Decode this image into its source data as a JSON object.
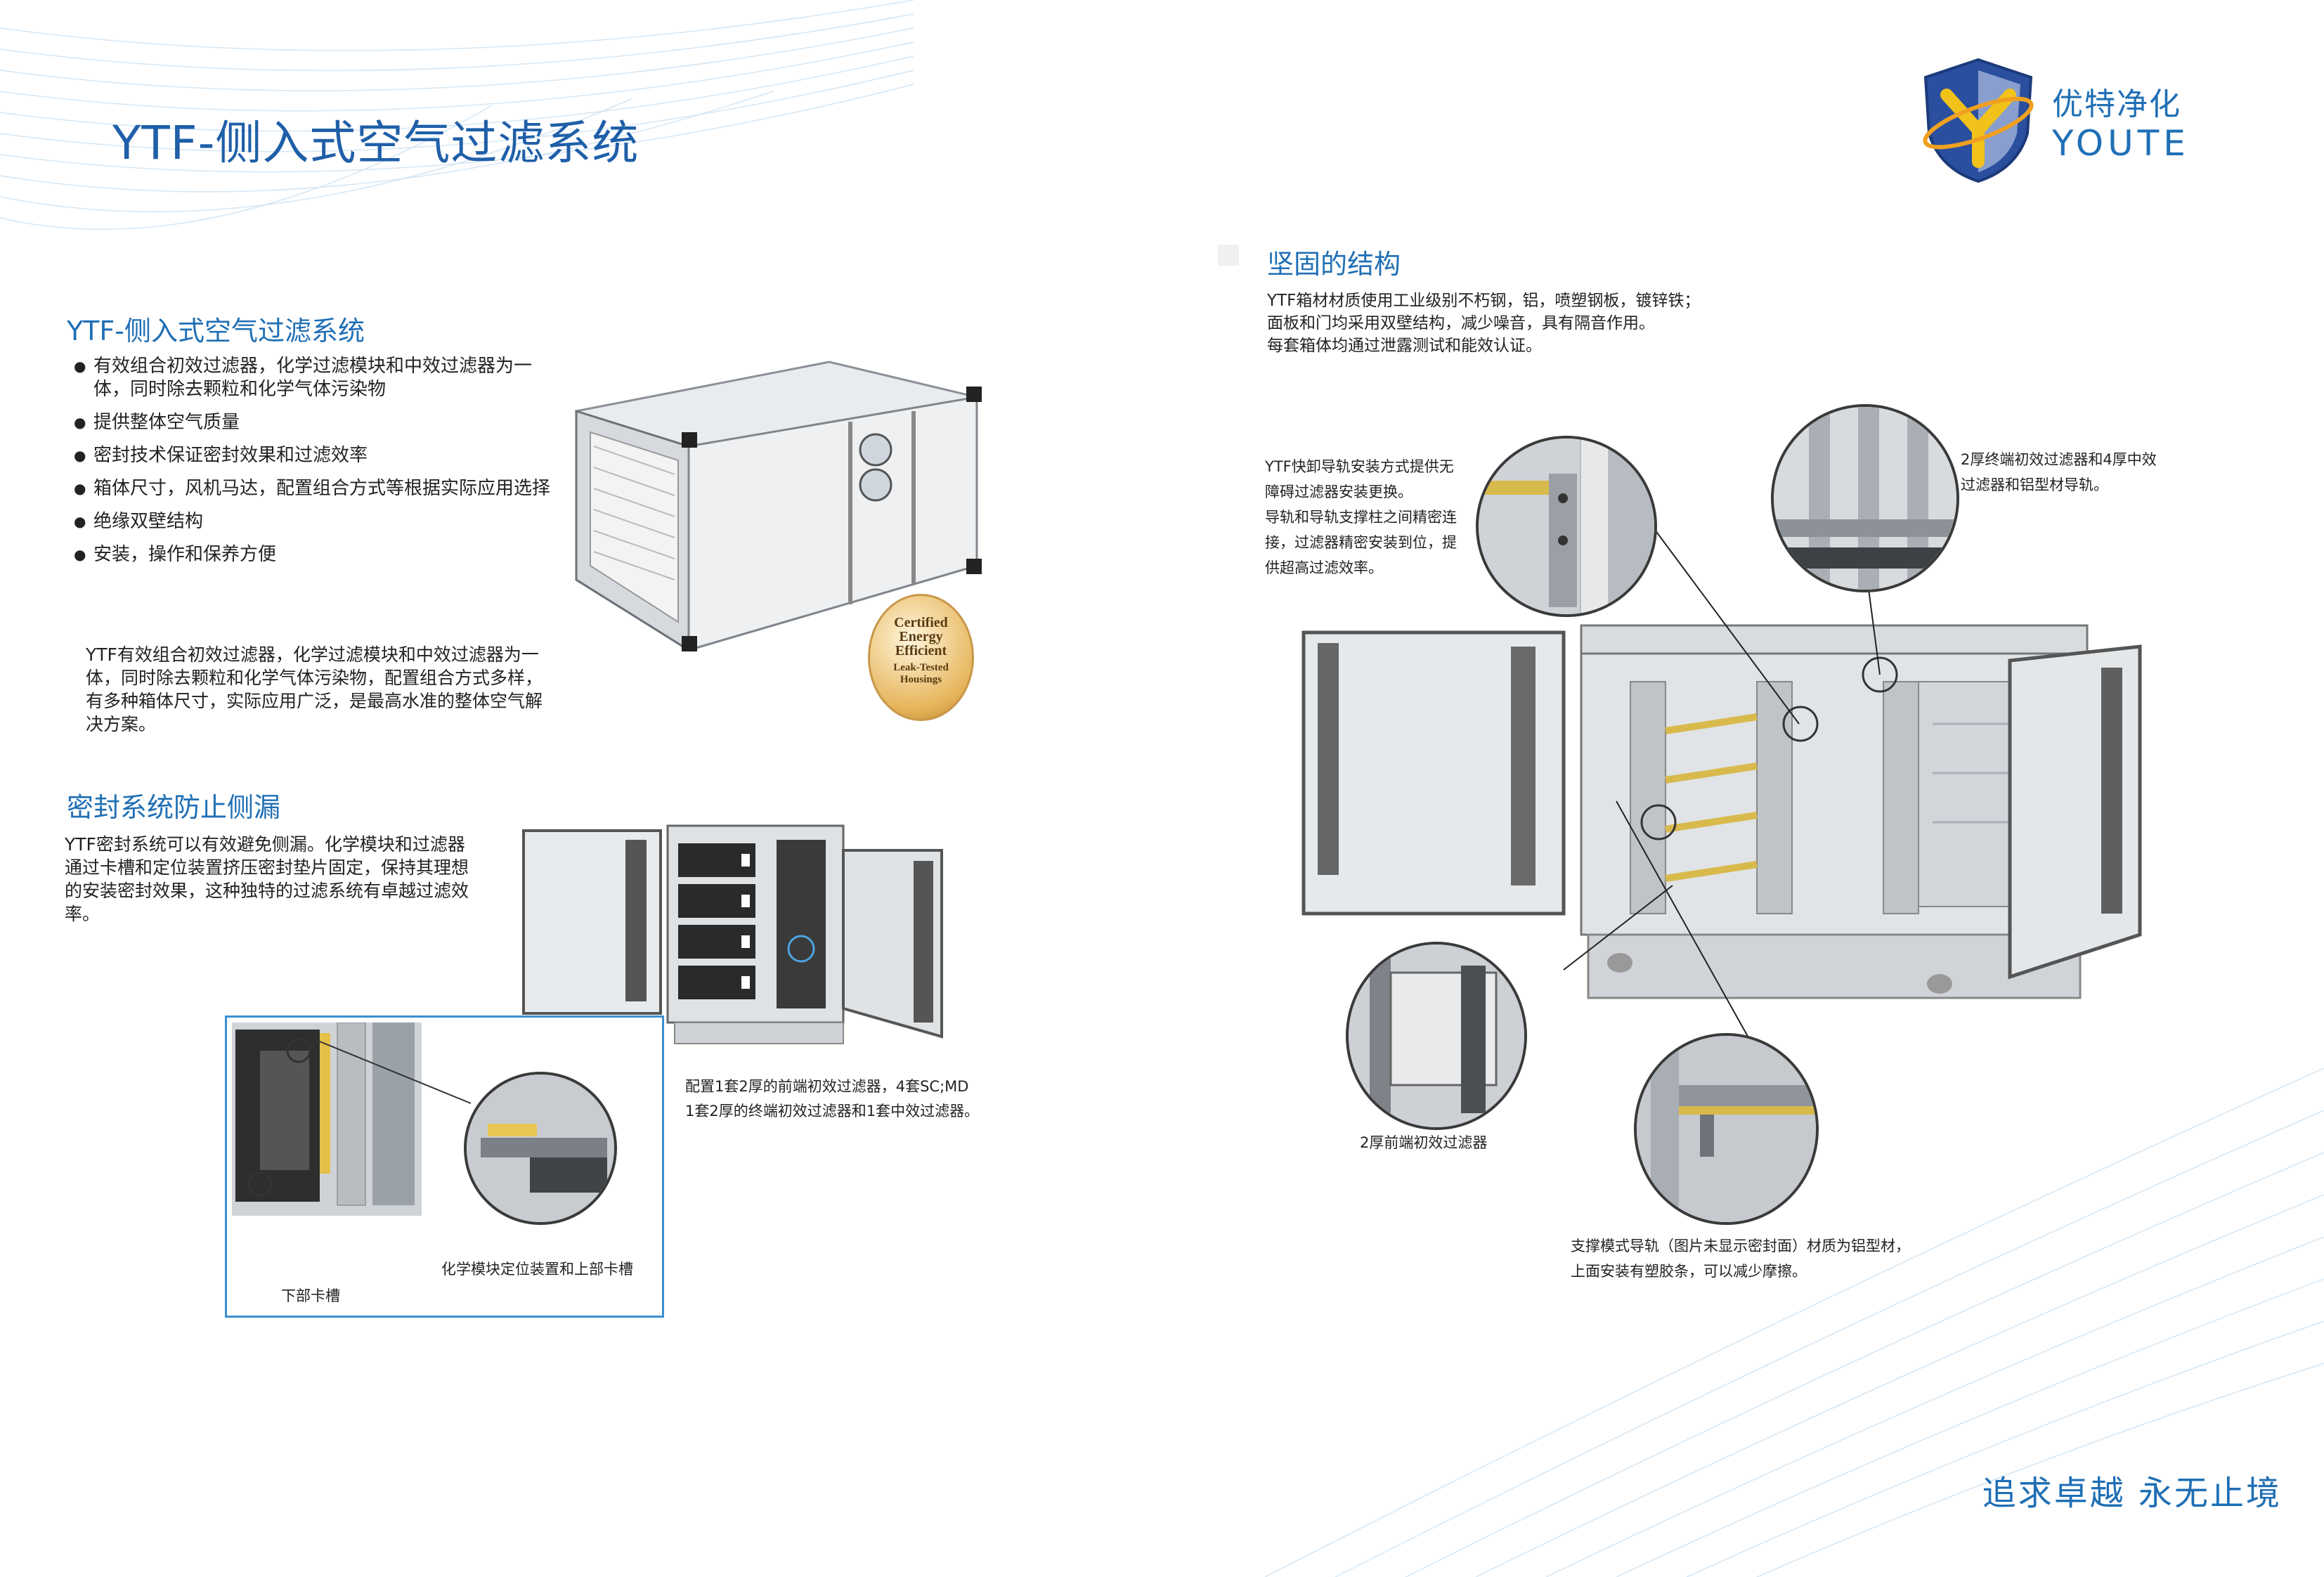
{
  "header": {
    "title": "YTF-侧入式空气过滤系统"
  },
  "logo": {
    "cn": "优特净化",
    "en": "YOUTE"
  },
  "left": {
    "section1_title": "YTF-侧入式空气过滤系统",
    "bullets": [
      "有效组合初效过滤器，化学过滤模块和中效过滤器为一体，同时除去颗粒和化学气体污染物",
      "提供整体空气质量",
      "密封技术保证密封效果和过滤效率",
      "箱体尺寸，风机马达，配置组合方式等根据实际应用选择",
      "绝缘双壁结构",
      "安装，操作和保养方便"
    ],
    "desc": "YTF有效组合初效过滤器，化学过滤模块和中效过滤器为一体，同时除去颗粒和化学气体污染物，配置组合方式多样，有多种箱体尺寸，实际应用广泛，是最高水准的整体空气解决方案。",
    "badge": {
      "line1": "Certified",
      "line2": "Energy",
      "line3": "Efficient",
      "line4": "Leak-Tested",
      "line5": "Housings"
    },
    "section2_title": "密封系统防止侧漏",
    "section2_text": "YTF密封系统可以有效避免侧漏。化学模块和过滤器通过卡槽和定位装置挤压密封垫片固定，保持其理想的安装密封效果，这种独特的过滤系统有卓越过滤效率。",
    "config_line1": "配置1套2厚的前端初效过滤器，4套SC;MD",
    "config_line2": "1套2厚的终端初效过滤器和1套中效过滤器。",
    "label_lower_slot": "下部卡槽",
    "label_chem_module": "化学模块定位装置和上部卡槽"
  },
  "right": {
    "section_title": "坚固的结构",
    "text_line1": "YTF箱材材质使用工业级别不朽钢，铝，喷塑钢板，镀锌铁；",
    "text_line2": "面板和门均采用双壁结构，减少噪音，具有隔音作用。",
    "text_line3": "每套箱体均通过泄露测试和能效认证。",
    "callout_rail_lines": [
      "YTF快卸导轨安装方式提供无",
      "障碍过滤器安装更换。",
      "导轨和导轨支撑柱之间精密连",
      "接，过滤器精密安装到位，提",
      "供超高过滤效率。"
    ],
    "callout_top_right_lines": [
      "2厚终端初效过滤器和4厚中效",
      "过滤器和铝型材导轨。"
    ],
    "callout_front_filter": "2厚前端初效过滤器",
    "callout_support_line1": "支撑模式导轨（图片未显示密封面）材质为铝型材，",
    "callout_support_line2": "上面安装有塑胶条，可以减少摩擦。"
  },
  "footer": {
    "slogan": "追求卓越  永无止境"
  },
  "colors": {
    "accent": "#1f6fb5",
    "title": "#1f5fa8",
    "frame": "#3b8fd0"
  }
}
